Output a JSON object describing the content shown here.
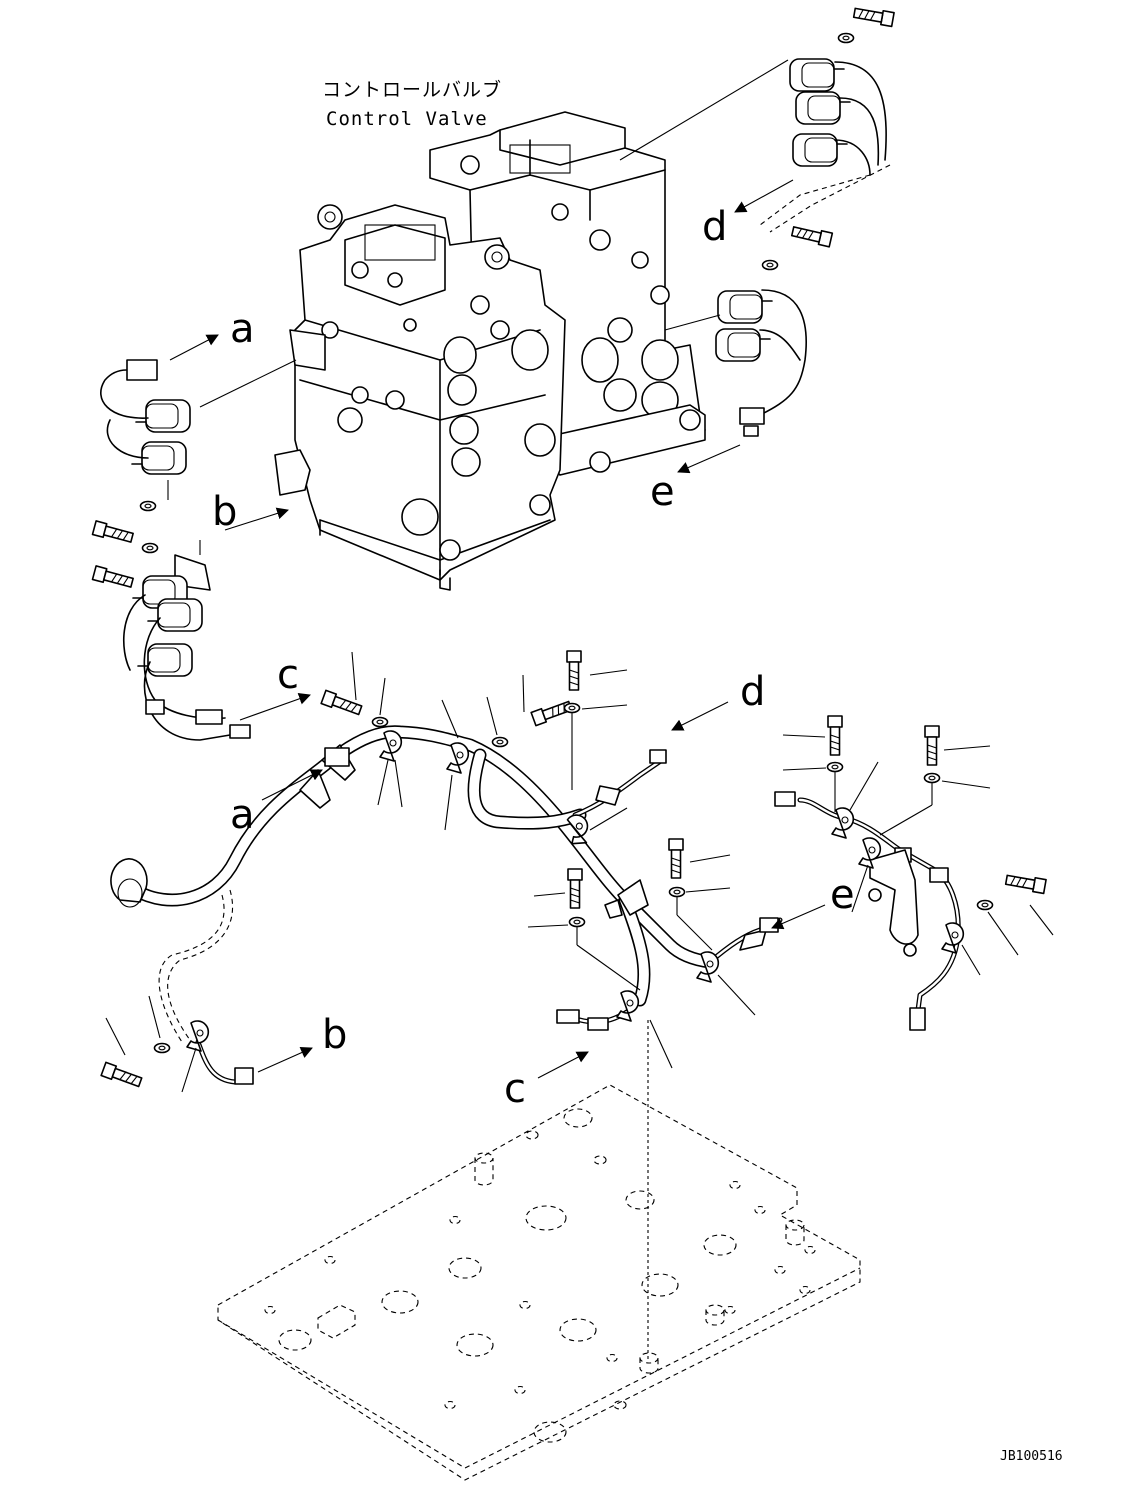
{
  "title_jp": "コントロールバルブ",
  "title_en": "Control Valve",
  "drawing_id": "JB100516",
  "connector_labels": [
    "a",
    "b",
    "c",
    "d",
    "e"
  ]
}
